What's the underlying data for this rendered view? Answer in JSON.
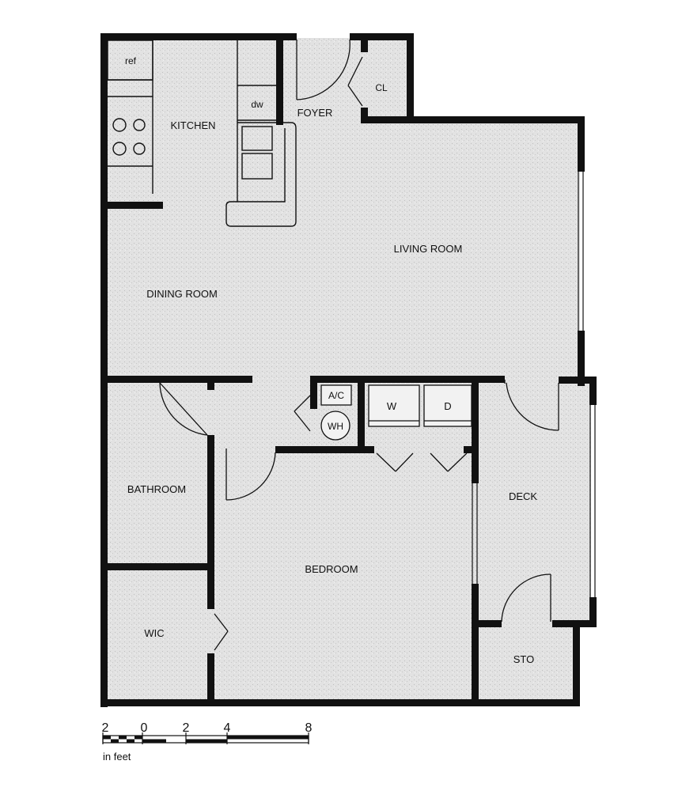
{
  "rooms": {
    "ref": "ref",
    "dw": "dw",
    "kitchen": "KITCHEN",
    "foyer": "FOYER",
    "closet": "CL",
    "living_room": "LIVING ROOM",
    "dining_room": "DINING ROOM",
    "ac": "A/C",
    "water_heater": "WH",
    "washer": "W",
    "dryer": "D",
    "bathroom": "BATHROOM",
    "bedroom": "BEDROOM",
    "deck": "DECK",
    "walk_in_closet": "WIC",
    "storage": "STO"
  },
  "scale": {
    "ticks": [
      "2",
      "0",
      "2",
      "4",
      "8"
    ],
    "unit": "in feet"
  },
  "colors": {
    "wall": "#111111",
    "floor": "#e4e4e4",
    "paper": "#ffffff"
  }
}
